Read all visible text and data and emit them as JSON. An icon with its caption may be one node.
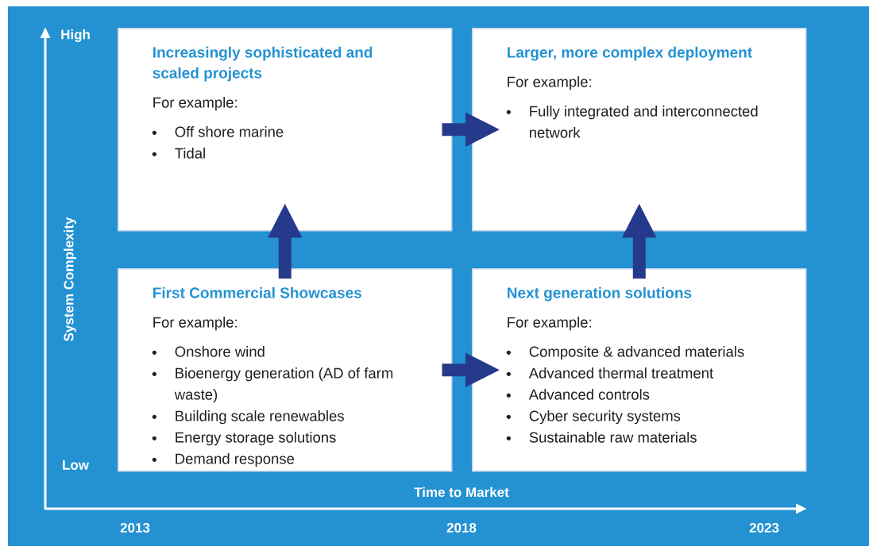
{
  "diagram": {
    "nodes": [
      {
        "text": [
          "Increasingly sophisticated and scaled projects",
          "For example:",
          "Off shore marine",
          "Tidal"
        ]
      },
      {
        "text": [
          "Larger, more complex deployment",
          "For example:",
          "Fully integrated and interconnected network"
        ]
      },
      {
        "text": [
          "First Commercial Showcases",
          "For example:",
          "Onshore wind",
          "Bioenergy generation (AD of farm waste)",
          "Building scale renewables",
          "Energy storage solutions",
          "Demand response"
        ]
      },
      {
        "text": [
          "Next generation solutions",
          "For example:",
          "Composite & advanced materials",
          "Advanced thermal treatment",
          "Advanced controls",
          "Cyber security systems",
          "Sustainable raw materials"
        ]
      }
    ],
    "edges": [
      {
        "from": 2,
        "to": 0,
        "arrow": "to"
      },
      {
        "from": 0,
        "to": 1,
        "arrow": "to"
      },
      {
        "from": 3,
        "to": 1,
        "arrow": "to"
      },
      {
        "from": 2,
        "to": 3,
        "arrow": "to"
      }
    ],
    "labels": [
      "High",
      "System Complexity",
      "Low",
      "Time to Market",
      "2013",
      "2018",
      "2023"
    ]
  }
}
